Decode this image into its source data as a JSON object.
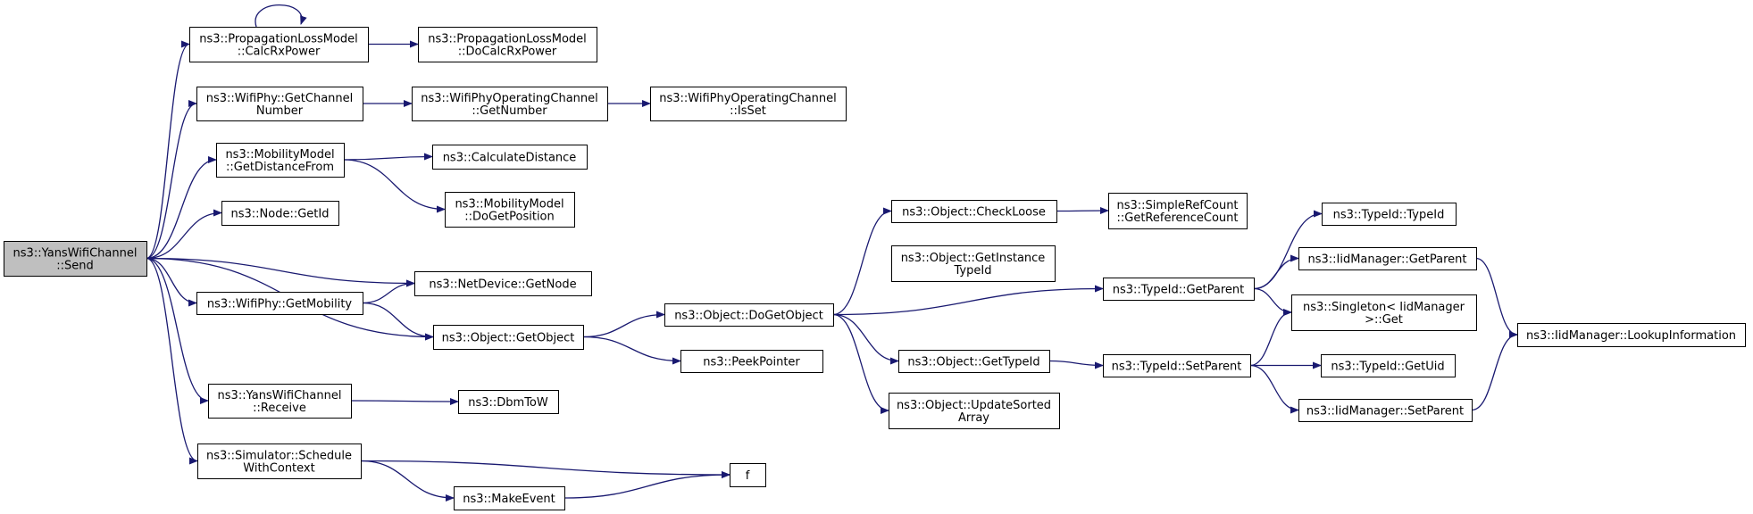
{
  "graph": {
    "edge_color": "#191970",
    "root_fill": "#bfbfbf",
    "nodes": [
      {
        "id": "send",
        "lines": [
          "ns3::YansWifiChannel",
          "::Send"
        ],
        "root": true
      },
      {
        "id": "calcrx",
        "lines": [
          "ns3::PropagationLossModel",
          "::CalcRxPower"
        ]
      },
      {
        "id": "docalcrx",
        "lines": [
          "ns3::PropagationLossModel",
          "::DoCalcRxPower"
        ]
      },
      {
        "id": "getchnum",
        "lines": [
          "ns3::WifiPhy::GetChannel",
          "Number"
        ]
      },
      {
        "id": "opch_getnum",
        "lines": [
          "ns3::WifiPhyOperatingChannel",
          "::GetNumber"
        ]
      },
      {
        "id": "opch_isset",
        "lines": [
          "ns3::WifiPhyOperatingChannel",
          "::IsSet"
        ]
      },
      {
        "id": "getdist",
        "lines": [
          "ns3::MobilityModel",
          "::GetDistanceFrom"
        ]
      },
      {
        "id": "calcdist",
        "lines": [
          "ns3::CalculateDistance"
        ]
      },
      {
        "id": "dogetpos",
        "lines": [
          "ns3::MobilityModel",
          "::DoGetPosition"
        ]
      },
      {
        "id": "nodegetid",
        "lines": [
          "ns3::Node::GetId"
        ]
      },
      {
        "id": "netdev_getnode",
        "lines": [
          "ns3::NetDevice::GetNode"
        ]
      },
      {
        "id": "getmobility",
        "lines": [
          "ns3::WifiPhy::GetMobility"
        ]
      },
      {
        "id": "getobject",
        "lines": [
          "ns3::Object::GetObject"
        ]
      },
      {
        "id": "peekpointer",
        "lines": [
          "ns3::PeekPointer"
        ]
      },
      {
        "id": "receive",
        "lines": [
          "ns3::YansWifiChannel",
          "::Receive"
        ]
      },
      {
        "id": "dbmtow",
        "lines": [
          "ns3::DbmToW"
        ]
      },
      {
        "id": "schedctx",
        "lines": [
          "ns3::Simulator::Schedule",
          "WithContext"
        ]
      },
      {
        "id": "f",
        "lines": [
          "f"
        ]
      },
      {
        "id": "makeevent",
        "lines": [
          "ns3::MakeEvent"
        ]
      },
      {
        "id": "dogetobject",
        "lines": [
          "ns3::Object::DoGetObject"
        ]
      },
      {
        "id": "checkloose",
        "lines": [
          "ns3::Object::CheckLoose"
        ]
      },
      {
        "id": "getrefcount",
        "lines": [
          "ns3::SimpleRefCount",
          "::GetReferenceCount"
        ]
      },
      {
        "id": "getinsttypeid",
        "lines": [
          "ns3::Object::GetInstance",
          "TypeId"
        ]
      },
      {
        "id": "getobjtypeid",
        "lines": [
          "ns3::Object::GetTypeId"
        ]
      },
      {
        "id": "updatesorted",
        "lines": [
          "ns3::Object::UpdateSorted",
          "Array"
        ]
      },
      {
        "id": "typeid_getparent",
        "lines": [
          "ns3::TypeId::GetParent"
        ]
      },
      {
        "id": "typeid_setparent",
        "lines": [
          "ns3::TypeId::SetParent"
        ]
      },
      {
        "id": "typeid_typeid",
        "lines": [
          "ns3::TypeId::TypeId"
        ]
      },
      {
        "id": "iid_getparent",
        "lines": [
          "ns3::IidManager::GetParent"
        ]
      },
      {
        "id": "singleton_get",
        "lines": [
          "ns3::Singleton< IidManager",
          ">::Get"
        ]
      },
      {
        "id": "typeid_getuid",
        "lines": [
          "ns3::TypeId::GetUid"
        ]
      },
      {
        "id": "iid_setparent",
        "lines": [
          "ns3::IidManager::SetParent"
        ]
      },
      {
        "id": "iid_lookup",
        "lines": [
          "ns3::IidManager::LookupInformation"
        ]
      }
    ],
    "edges": [
      [
        "send",
        "calcrx"
      ],
      [
        "calcrx",
        "calcrx"
      ],
      [
        "calcrx",
        "docalcrx"
      ],
      [
        "send",
        "getchnum"
      ],
      [
        "getchnum",
        "opch_getnum"
      ],
      [
        "opch_getnum",
        "opch_isset"
      ],
      [
        "send",
        "getdist"
      ],
      [
        "getdist",
        "calcdist"
      ],
      [
        "getdist",
        "dogetpos"
      ],
      [
        "send",
        "nodegetid"
      ],
      [
        "send",
        "netdev_getnode"
      ],
      [
        "send",
        "getmobility"
      ],
      [
        "getmobility",
        "netdev_getnode"
      ],
      [
        "getmobility",
        "getobject"
      ],
      [
        "send",
        "getobject"
      ],
      [
        "getobject",
        "dogetobject"
      ],
      [
        "getobject",
        "peekpointer"
      ],
      [
        "send",
        "receive"
      ],
      [
        "receive",
        "dbmtow"
      ],
      [
        "send",
        "schedctx"
      ],
      [
        "schedctx",
        "f"
      ],
      [
        "schedctx",
        "makeevent"
      ],
      [
        "makeevent",
        "f"
      ],
      [
        "dogetobject",
        "checkloose"
      ],
      [
        "checkloose",
        "getrefcount"
      ],
      [
        "dogetobject",
        "typeid_getparent"
      ],
      [
        "dogetobject",
        "getobjtypeid"
      ],
      [
        "dogetobject",
        "updatesorted"
      ],
      [
        "getobjtypeid",
        "typeid_setparent"
      ],
      [
        "typeid_getparent",
        "typeid_typeid"
      ],
      [
        "typeid_getparent",
        "iid_getparent"
      ],
      [
        "typeid_getparent",
        "singleton_get"
      ],
      [
        "iid_getparent",
        "iid_lookup"
      ],
      [
        "typeid_setparent",
        "singleton_get"
      ],
      [
        "typeid_setparent",
        "typeid_getuid"
      ],
      [
        "typeid_setparent",
        "iid_setparent"
      ],
      [
        "iid_setparent",
        "iid_lookup"
      ]
    ]
  }
}
